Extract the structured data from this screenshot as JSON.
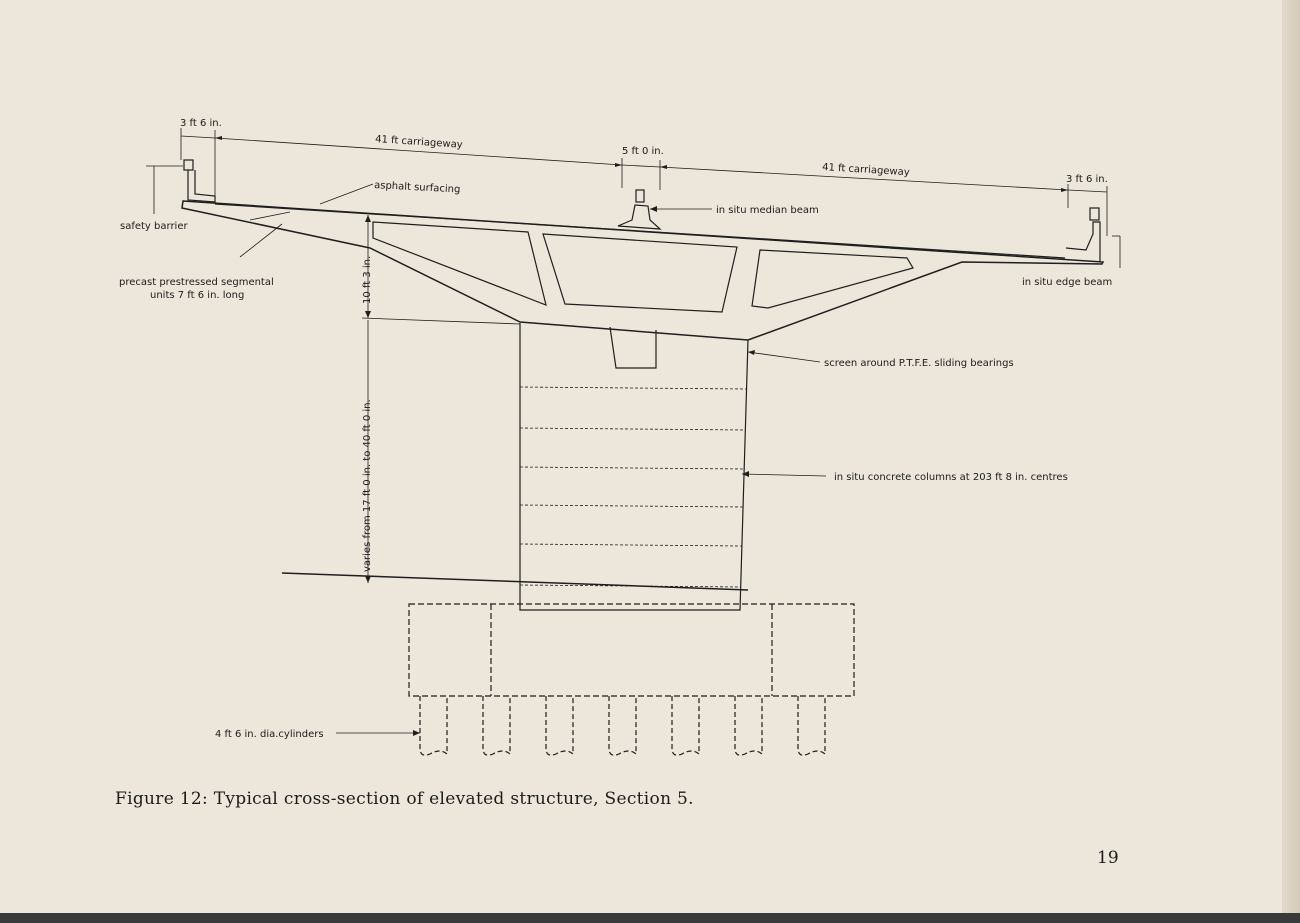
{
  "labels": {
    "dim_barrier_left": "3 ft 6 in.",
    "dim_carriageway_left": "41 ft carriageway",
    "dim_median": "5 ft 0 in.",
    "dim_carriageway_right": "41 ft carriageway",
    "dim_barrier_right": "3 ft 6 in.",
    "asphalt_surfacing": "asphalt surfacing",
    "median_beam": "in situ median beam",
    "safety_barrier": "safety barrier",
    "precast_units_line1": "precast prestressed segmental",
    "precast_units_line2": "units 7 ft 6 in. long",
    "edge_beam": "in situ edge beam",
    "dim_deck_depth": "10 ft 3 in.",
    "bearing_screen": "screen around P.T.F.E. sliding bearings",
    "dim_column_height": "varies from 17 ft 0 in. to 40 ft 0 in.",
    "concrete_columns": "in situ concrete columns at 203 ft 8 in. centres",
    "cylinders": "4 ft 6 in. dia.cylinders"
  },
  "caption": "Figure 12: Typical cross-section of elevated structure, Section 5.",
  "page_number": "19"
}
